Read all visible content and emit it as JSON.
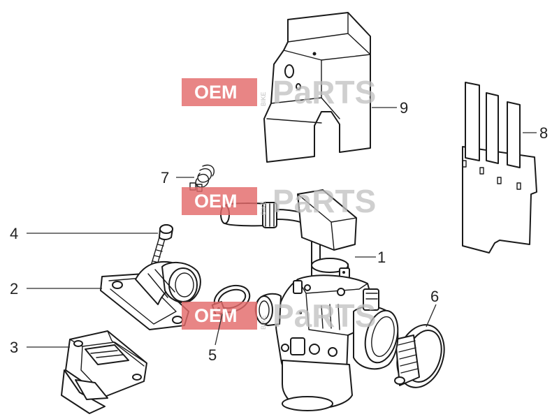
{
  "watermark": {
    "left": "OEM",
    "vertical": "BIKE",
    "right": "PaRTS",
    "color": "#e36a6a"
  },
  "callouts": {
    "c1": "1",
    "c2": "2",
    "c3": "3",
    "c4": "4",
    "c5": "5",
    "c6": "6",
    "c7": "7",
    "c8": "8",
    "c9": "9"
  }
}
